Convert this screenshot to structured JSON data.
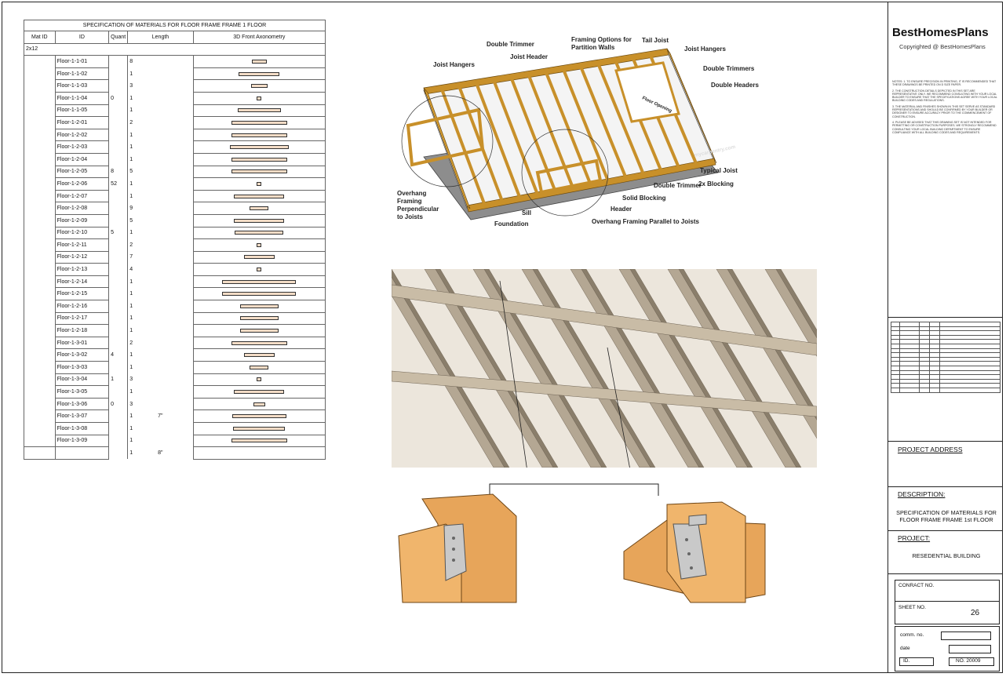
{
  "table": {
    "title": "SPECIFICATION OF MATERIALS FOR FLOOR FRAME FRAME 1 FLOOR",
    "headers": [
      "Mat ID",
      "ID",
      "Quant",
      "Length",
      "3D Front Axonometry"
    ],
    "group": "2x12",
    "rows": [
      {
        "id": "Floor-1-1-01",
        "quant": "",
        "length": "8",
        "bar": 0.2
      },
      {
        "id": "Floor-1-1-02",
        "quant": "",
        "length": "1",
        "bar": 0.55
      },
      {
        "id": "Floor-1-1-03",
        "quant": "",
        "length": "3",
        "bar": 0.22
      },
      {
        "id": "Floor-1-1-04",
        "quant": "0",
        "length": "1",
        "bar": 0.06
      },
      {
        "id": "Floor-1-1-05",
        "quant": "",
        "length": "1",
        "bar": 0.58
      },
      {
        "id": "Floor-1-2-01",
        "quant": "",
        "length": "2",
        "bar": 0.75
      },
      {
        "id": "Floor-1-2-02",
        "quant": "",
        "length": "1",
        "bar": 0.75
      },
      {
        "id": "Floor-1-2-03",
        "quant": "",
        "length": "1",
        "bar": 0.8
      },
      {
        "id": "Floor-1-2-04",
        "quant": "",
        "length": "1",
        "bar": 0.75
      },
      {
        "id": "Floor-1-2-05",
        "quant": "8",
        "length": "5",
        "bar": 0.75
      },
      {
        "id": "Floor-1-2-06",
        "quant": "52",
        "length": "1",
        "bar": 0.06
      },
      {
        "id": "Floor-1-2-07",
        "quant": "",
        "length": "1",
        "bar": 0.68
      },
      {
        "id": "Floor-1-2-08",
        "quant": "",
        "length": "9",
        "bar": 0.26
      },
      {
        "id": "Floor-1-2-09",
        "quant": "",
        "length": "5",
        "bar": 0.68
      },
      {
        "id": "Floor-1-2-10",
        "quant": "5",
        "length": "1",
        "bar": 0.66
      },
      {
        "id": "Floor-1-2-11",
        "quant": "",
        "length": "2",
        "bar": 0.06
      },
      {
        "id": "Floor-1-2-12",
        "quant": "",
        "length": "7",
        "bar": 0.42
      },
      {
        "id": "Floor-1-2-13",
        "quant": "",
        "length": "4",
        "bar": 0.06
      },
      {
        "id": "Floor-1-2-14",
        "quant": "",
        "length": "1",
        "bar": 1.0
      },
      {
        "id": "Floor-1-2-15",
        "quant": "",
        "length": "1",
        "bar": 1.0
      },
      {
        "id": "Floor-1-2-16",
        "quant": "",
        "length": "1",
        "bar": 0.52
      },
      {
        "id": "Floor-1-2-17",
        "quant": "",
        "length": "1",
        "bar": 0.52
      },
      {
        "id": "Floor-1-2-18",
        "quant": "",
        "length": "1",
        "bar": 0.52
      },
      {
        "id": "Floor-1-3-01",
        "quant": "",
        "length": "2",
        "bar": 0.75
      },
      {
        "id": "Floor-1-3-02",
        "quant": "4",
        "length": "1",
        "bar": 0.42
      },
      {
        "id": "Floor-1-3-03",
        "quant": "",
        "length": "1",
        "bar": 0.25
      },
      {
        "id": "Floor-1-3-04",
        "quant": "1",
        "length": "3",
        "bar": 0.06
      },
      {
        "id": "Floor-1-3-05",
        "quant": "",
        "length": "1",
        "bar": 0.68
      },
      {
        "id": "Floor-1-3-06",
        "quant": "0",
        "length": "3",
        "bar": 0.16
      },
      {
        "id": "Floor-1-3-07",
        "quant": "",
        "length": "1",
        "extra": "7\"",
        "bar": 0.73
      },
      {
        "id": "Floor-1-3-08",
        "quant": "",
        "length": "1",
        "bar": 0.7
      },
      {
        "id": "Floor-1-3-09",
        "quant": "",
        "length": "1",
        "bar": 0.75
      },
      {
        "id": "",
        "quant": "",
        "length": "1",
        "extra": "8\"",
        "bar": 0
      }
    ]
  },
  "drawing": {
    "callouts": {
      "joist_hangers_left": "Joist Hangers",
      "double_trimmer_top": "Double Trimmer",
      "joist_header": "Joist Header",
      "framing_options": "Framing Options for",
      "partition_walls": "Partition Walls",
      "tail_joist": "Tail Joist",
      "joist_hangers_right": "Joist Hangers",
      "double_trimmers": "Double Trimmers",
      "double_headers": "Double Headers",
      "floor_opening": "Floor Opening",
      "watermark": "mycarpentry.com",
      "typical_joist": "Typical Joist",
      "blocking": "2x Blocking",
      "double_trimmer_bottom": "Double Trimmer",
      "solid_blocking": "Solid Blocking",
      "header": "Header",
      "overhang_perp_1": "Overhang",
      "overhang_perp_2": "Framing",
      "overhang_perp_3": "Perpendicular",
      "overhang_perp_4": "to Joists",
      "sill": "Sill",
      "foundation": "Foundation",
      "overhang_parallel": "Overhang Framing Parallel to Joists"
    }
  },
  "titleblock": {
    "brand": "BestHomesPlans",
    "copyright": "Copyrighted @ BestHomesPlans",
    "notes": [
      "NOTES: 1. TO ENSURE PRECISION IN PRINTING, IT IS RECOMMENDED THAT THESE DRAWINGS BE PRINTED ON D SIZE PAPER.",
      "2. THE CONSTRUCTION DETAILS DEPICTED IN THIS SET ARE REPRESENTATIVE ONLY. WE RECOMMEND CONSULTING WITH YOUR LOCAL BUILDER TO ENSURE THAT THE SPECIFICATIONS AGREE WITH YOUR LOCAL BUILDING CODES AND REGULATIONS.",
      "3. THE MATERIAL AND FINISHES SHOWN IN THIS SET SERVE AS STANDARD REPRESENTATIONS AND SHOULD BE CONFIRMED BY YOUR BUILDER OR DESIGNER TO ENSURE ACCURACY PRIOR TO THE COMMENCEMENT OF CONSTRUCTION.",
      "4. PLEASE BE ADVISED THAT THIS DRAWING SET IS NOT INTENDED FOR PERMITTING OR CONSTRUCTION PURPOSES. WE STRONGLY RECOMMEND CONSULTING YOUR LOCAL BUILDING DEPARTMENT TO ENSURE COMPLIANCE WITH ALL BUILDING CODES AND REQUIREMENTS."
    ],
    "project_address_label": "PROJECT ADDRESS",
    "description_label": "DESCRIPTION:",
    "description_line1": "SPECIFICATION OF MATERIALS FOR",
    "description_line2": "FLOOR FRAME FRAME 1st FLOOR",
    "project_label": "PROJECT:",
    "project_value": "RESEDENTIAL BUILDING",
    "contract_label": "CONRACT NO.",
    "sheet_label": "SHEET NO.",
    "sheet_value": "26",
    "comm_label": "comm. no.",
    "date_label": "date",
    "id_label": "ID.",
    "no_label": "NO. 20009"
  }
}
